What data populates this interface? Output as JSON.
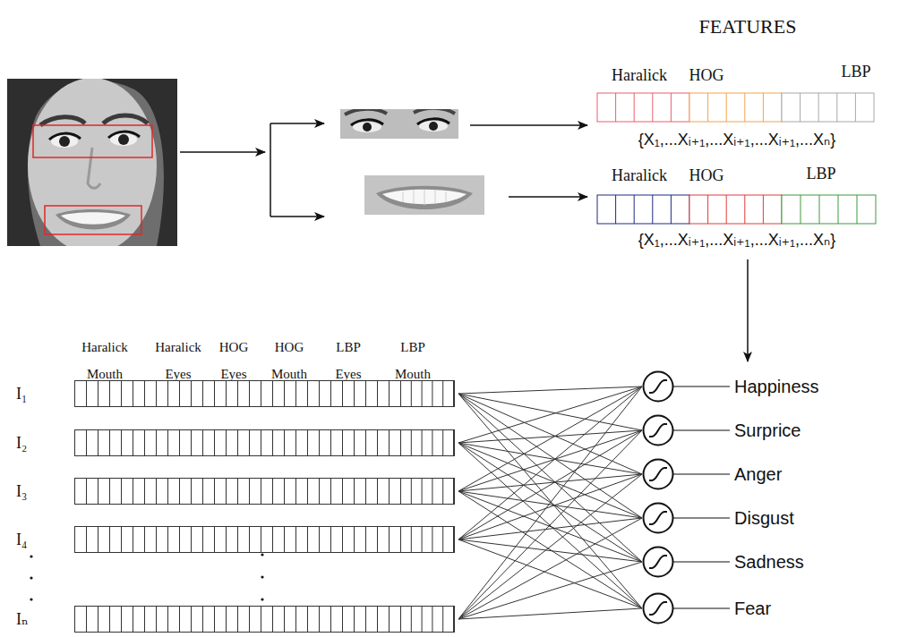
{
  "diagram": {
    "title": "FEATURES",
    "nodes": [
      {
        "text": [
          "I₁"
        ]
      },
      {
        "text": [
          "I₂"
        ]
      },
      {
        "text": [
          "I₃"
        ]
      },
      {
        "text": [
          "I₄"
        ]
      },
      {
        "text": [
          "Iₙ"
        ]
      },
      {
        "text": [
          "Happiness"
        ]
      },
      {
        "text": [
          "Surprice"
        ]
      },
      {
        "text": [
          "Anger"
        ]
      },
      {
        "text": [
          "Disgust"
        ]
      },
      {
        "text": [
          "Sadness"
        ]
      },
      {
        "text": [
          "Fear"
        ]
      }
    ],
    "edges": [
      {
        "from": 0,
        "to": 5,
        "arrow": "none"
      },
      {
        "from": 0,
        "to": 6,
        "arrow": "none"
      },
      {
        "from": 0,
        "to": 7,
        "arrow": "none"
      },
      {
        "from": 0,
        "to": 8,
        "arrow": "none"
      },
      {
        "from": 0,
        "to": 9,
        "arrow": "none"
      },
      {
        "from": 0,
        "to": 10,
        "arrow": "none"
      },
      {
        "from": 1,
        "to": 5,
        "arrow": "none"
      },
      {
        "from": 1,
        "to": 6,
        "arrow": "none"
      },
      {
        "from": 1,
        "to": 7,
        "arrow": "none"
      },
      {
        "from": 1,
        "to": 8,
        "arrow": "none"
      },
      {
        "from": 1,
        "to": 9,
        "arrow": "none"
      },
      {
        "from": 1,
        "to": 10,
        "arrow": "none"
      },
      {
        "from": 2,
        "to": 5,
        "arrow": "none"
      },
      {
        "from": 2,
        "to": 6,
        "arrow": "none"
      },
      {
        "from": 2,
        "to": 7,
        "arrow": "none"
      },
      {
        "from": 2,
        "to": 8,
        "arrow": "none"
      },
      {
        "from": 2,
        "to": 9,
        "arrow": "none"
      },
      {
        "from": 2,
        "to": 10,
        "arrow": "none"
      },
      {
        "from": 3,
        "to": 5,
        "arrow": "none"
      },
      {
        "from": 3,
        "to": 6,
        "arrow": "none"
      },
      {
        "from": 3,
        "to": 7,
        "arrow": "none"
      },
      {
        "from": 3,
        "to": 8,
        "arrow": "none"
      },
      {
        "from": 3,
        "to": 9,
        "arrow": "none"
      },
      {
        "from": 3,
        "to": 10,
        "arrow": "none"
      },
      {
        "from": 4,
        "to": 5,
        "arrow": "none"
      },
      {
        "from": 4,
        "to": 6,
        "arrow": "none"
      },
      {
        "from": 4,
        "to": 7,
        "arrow": "none"
      },
      {
        "from": 4,
        "to": 8,
        "arrow": "none"
      },
      {
        "from": 4,
        "to": 9,
        "arrow": "none"
      },
      {
        "from": 4,
        "to": 10,
        "arrow": "none"
      }
    ],
    "labels": [
      "Haralick",
      "HOG",
      "LBP",
      "{X₁,...Xᵢ₊₁,...Xᵢ₊₁,...Xᵢ₊₁,...Xₙ}",
      "Haralick",
      "HOG",
      "LBP",
      "{X₁,...Xᵢ₊₁,...Xᵢ₊₁,...Xᵢ₊₁,...Xₙ}",
      "Haralick Mouth",
      "Haralick Eyes",
      "HOG Eyes",
      "HOG Mouth",
      "LBP Eyes",
      "LBP Mouth"
    ]
  }
}
